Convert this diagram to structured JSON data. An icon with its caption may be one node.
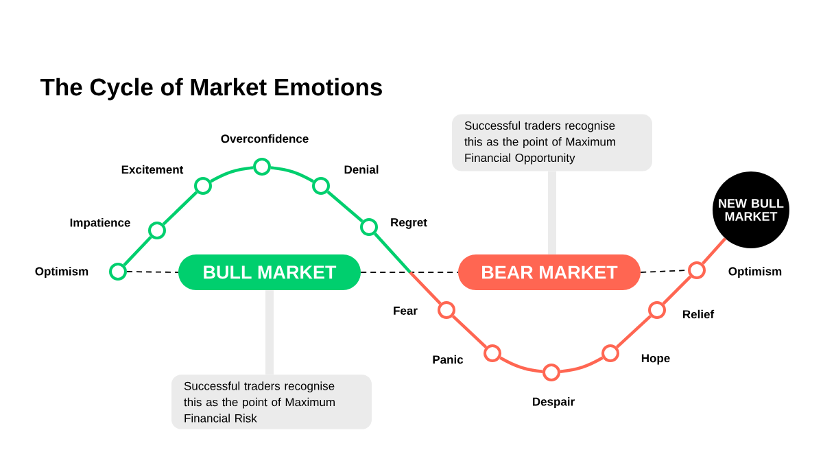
{
  "diagram": {
    "title": "The Cycle of Market Emotions",
    "nodes": [
      {
        "text": [],
        "shape": "circle",
        "beside": [
          "Optimism"
        ]
      },
      {
        "text": [],
        "shape": "circle",
        "beside": [
          "Impatience"
        ]
      },
      {
        "text": [],
        "shape": "circle",
        "beside": [
          "Excitement"
        ]
      },
      {
        "text": [],
        "shape": "circle",
        "beside": [
          "Overconfidence"
        ]
      },
      {
        "text": [],
        "shape": "circle",
        "beside": [
          "Denial"
        ]
      },
      {
        "text": [],
        "shape": "circle",
        "beside": [
          "Regret"
        ]
      },
      {
        "text": [],
        "shape": "circle",
        "beside": [
          "Fear"
        ]
      },
      {
        "text": [],
        "shape": "circle",
        "beside": [
          "Panic"
        ]
      },
      {
        "text": [],
        "shape": "circle",
        "beside": [
          "Despair"
        ]
      },
      {
        "text": [],
        "shape": "circle",
        "beside": [
          "Hope"
        ]
      },
      {
        "text": [],
        "shape": "circle",
        "beside": [
          "Relief"
        ]
      },
      {
        "text": [],
        "shape": "circle",
        "beside": [
          "Optimism"
        ]
      },
      {
        "text": [
          "NEW BULL MARKET"
        ]
      },
      {
        "text": [
          "BULL MARKET"
        ]
      },
      {
        "text": [
          "BEAR MARKET"
        ]
      },
      {
        "text": [
          "Successful traders recognise this as the point of Maximum Financial Risk"
        ]
      },
      {
        "text": [
          "Successful traders recognise this as the point of Maximum Financial Opportunity"
        ]
      }
    ],
    "edges": [
      {
        "from": 0,
        "to": 1,
        "arrow": "none",
        "color": "#00cf6e"
      },
      {
        "from": 1,
        "to": 2,
        "arrow": "none",
        "color": "#00cf6e"
      },
      {
        "from": 2,
        "to": 3,
        "arrow": "none",
        "color": "#00cf6e"
      },
      {
        "from": 3,
        "to": 4,
        "arrow": "none",
        "color": "#00cf6e"
      },
      {
        "from": 4,
        "to": 5,
        "arrow": "none",
        "color": "#00cf6e"
      },
      {
        "from": 5,
        "to": 6,
        "arrow": "none",
        "color": "#00cf6e"
      },
      {
        "from": 6,
        "to": 7,
        "arrow": "none",
        "color": "#ff6652"
      },
      {
        "from": 7,
        "to": 8,
        "arrow": "none",
        "color": "#ff6652"
      },
      {
        "from": 8,
        "to": 9,
        "arrow": "none",
        "color": "#ff6652"
      },
      {
        "from": 9,
        "to": 10,
        "arrow": "none",
        "color": "#ff6652"
      },
      {
        "from": 10,
        "to": 11,
        "arrow": "none",
        "color": "#ff6652"
      },
      {
        "from": 11,
        "to": 12,
        "arrow": "none",
        "color": "#ff6652"
      },
      {
        "from": 0,
        "to": 13,
        "arrow": "none",
        "style": "dashed",
        "color": "#000000"
      },
      {
        "from": 13,
        "to": 14,
        "arrow": "none",
        "style": "dashed",
        "color": "#000000"
      },
      {
        "from": 14,
        "to": 11,
        "arrow": "none",
        "style": "dashed",
        "color": "#000000"
      },
      {
        "from": 13,
        "to": 15,
        "arrow": "none",
        "style": "thick",
        "color": "#ebebeb"
      },
      {
        "from": 16,
        "to": 14,
        "arrow": "none",
        "style": "thick",
        "color": "#ebebeb"
      }
    ]
  }
}
